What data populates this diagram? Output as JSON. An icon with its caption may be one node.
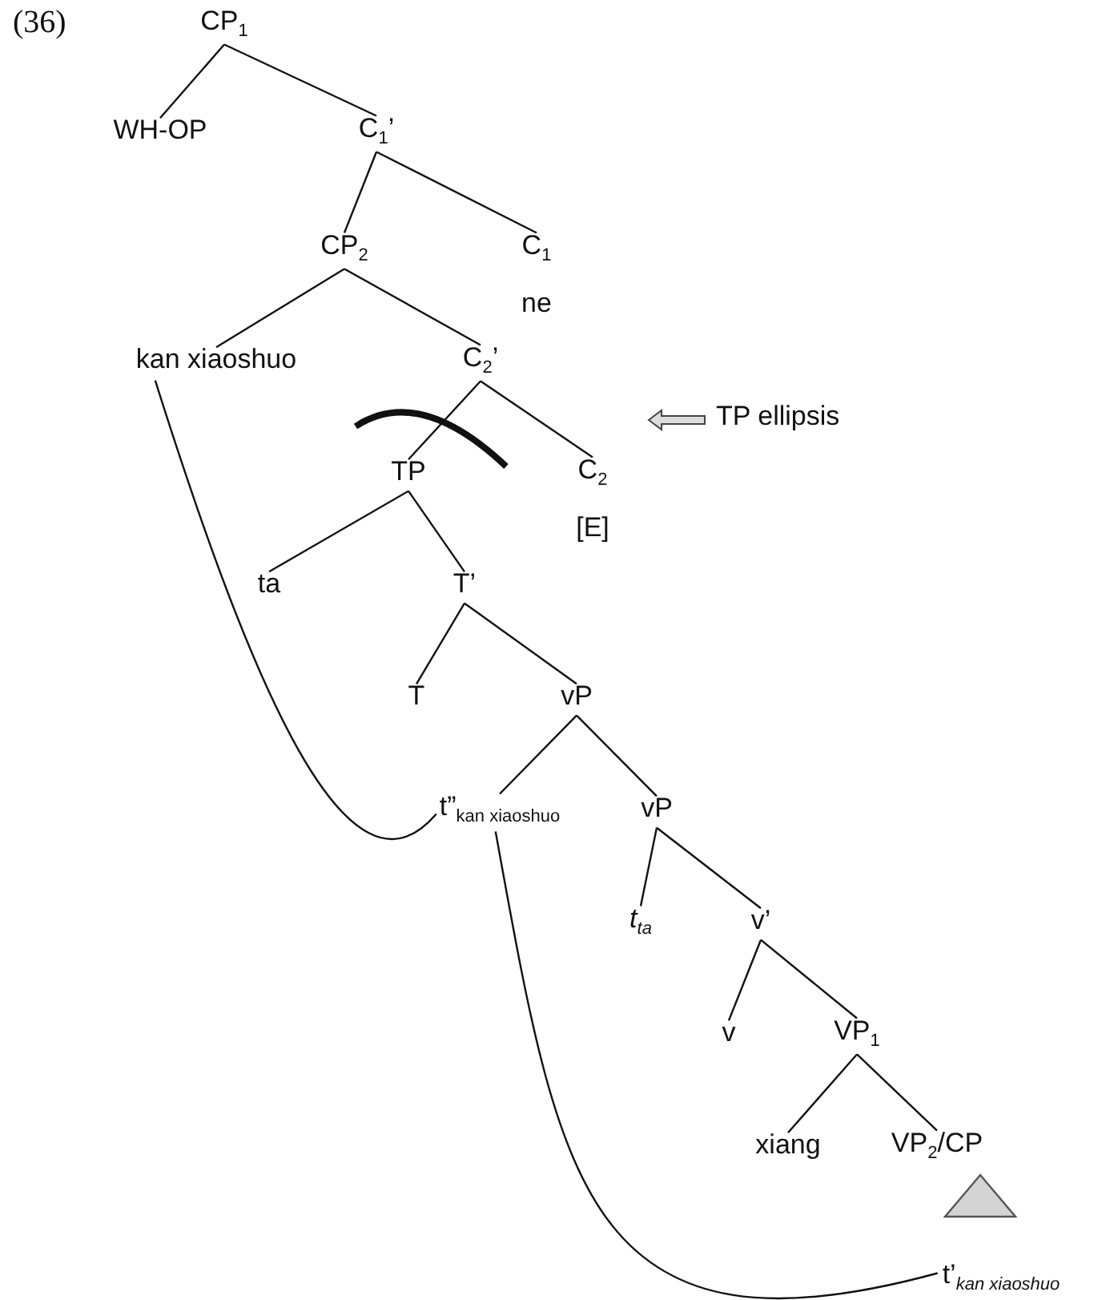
{
  "diagram": {
    "nodes": [
      {
        "text": [
          "CP$_{1}$"
        ]
      },
      {
        "text": [
          "WH-OP"
        ]
      },
      {
        "text": [
          "C$_{1}$’"
        ]
      },
      {
        "text": [
          "CP$_{2}$"
        ]
      },
      {
        "text": [
          "C$_{1}$"
        ],
        "beside": [
          "ne"
        ]
      },
      {
        "text": [
          "kan xiaoshuo"
        ]
      },
      {
        "text": [
          "C$_{2}$’"
        ]
      },
      {
        "text": [
          "TP"
        ]
      },
      {
        "text": [
          "C$_{2}$"
        ],
        "beside": [
          "[E]"
        ]
      },
      {
        "text": [
          "ta"
        ]
      },
      {
        "text": [
          "T’"
        ]
      },
      {
        "text": [
          "T"
        ]
      },
      {
        "text": [
          "vP"
        ]
      },
      {
        "text": [
          "t”$_{kan xiaoshuo}$"
        ]
      },
      {
        "text": [
          "vP"
        ]
      },
      {
        "text": [
          "t$_{ta}$"
        ]
      },
      {
        "text": [
          "v’"
        ]
      },
      {
        "text": [
          "v"
        ]
      },
      {
        "text": [
          "VP$_{1}$"
        ]
      },
      {
        "text": [
          "xiang"
        ]
      },
      {
        "text": [
          "VP$_{2}$/CP"
        ]
      },
      {
        "text": [],
        "shape": "triangle"
      },
      {
        "text": [
          "t’$_{kan xiaoshuo}$"
        ]
      }
    ],
    "edges": [
      {
        "from": 0,
        "to": 1,
        "arrow": "none"
      },
      {
        "from": 0,
        "to": 2,
        "arrow": "none"
      },
      {
        "from": 2,
        "to": 3,
        "arrow": "none"
      },
      {
        "from": 2,
        "to": 4,
        "arrow": "none"
      },
      {
        "from": 3,
        "to": 5,
        "arrow": "none"
      },
      {
        "from": 3,
        "to": 6,
        "arrow": "none"
      },
      {
        "from": 6,
        "to": 7,
        "arrow": "none"
      },
      {
        "from": 6,
        "to": 8,
        "arrow": "none"
      },
      {
        "from": 7,
        "to": 9,
        "arrow": "none"
      },
      {
        "from": 7,
        "to": 10,
        "arrow": "none"
      },
      {
        "from": 10,
        "to": 11,
        "arrow": "none"
      },
      {
        "from": 10,
        "to": 12,
        "arrow": "none"
      },
      {
        "from": 12,
        "to": 13,
        "arrow": "none"
      },
      {
        "from": 12,
        "to": 14,
        "arrow": "none"
      },
      {
        "from": 14,
        "to": 15,
        "arrow": "none"
      },
      {
        "from": 14,
        "to": 16,
        "arrow": "none"
      },
      {
        "from": 16,
        "to": 17,
        "arrow": "none"
      },
      {
        "from": 16,
        "to": 18,
        "arrow": "none"
      },
      {
        "from": 18,
        "to": 19,
        "arrow": "none"
      },
      {
        "from": 18,
        "to": 20,
        "arrow": "none"
      },
      {
        "from": 5,
        "to": 13,
        "arrow": "none"
      },
      {
        "from": 13,
        "to": 22,
        "arrow": "none"
      }
    ],
    "labels": [
      "(36)",
      "TP ellipsis"
    ]
  }
}
